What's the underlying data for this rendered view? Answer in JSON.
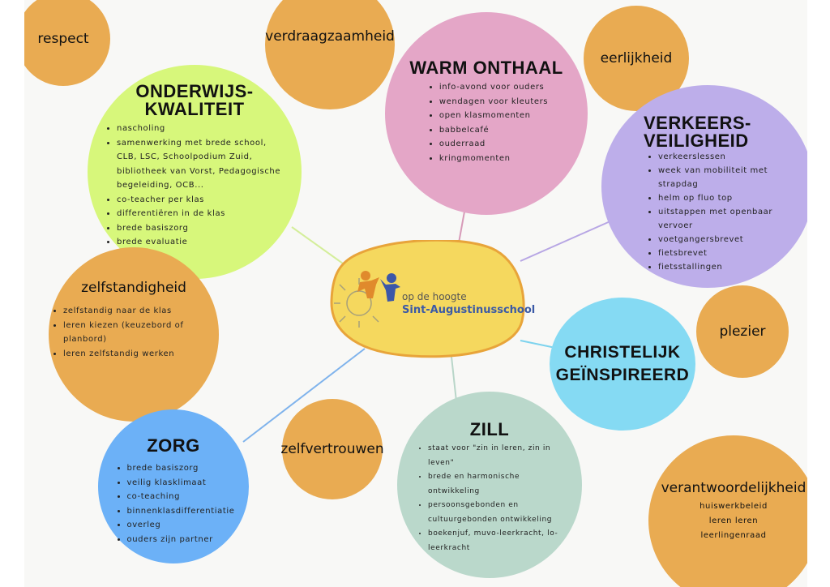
{
  "center": {
    "tagline": "op de hoogte",
    "school": "Sint-Augustinusschool"
  },
  "values": {
    "respect": "respect",
    "verdraagzaamheid": "verdraagzaamheid",
    "eerlijkheid": "eerlijkheid",
    "zelfvertrouwen": "zelfvertrouwen",
    "plezier": "plezier"
  },
  "onderwijs": {
    "title1": "ONDERWIJS-",
    "title2": "KWALITEIT",
    "items": [
      "nascholing",
      "samenwerking met brede school, CLB, LSC, Schoolpodium Zuid, bibliotheek van Vorst, Pedagogische begeleiding, OCB...",
      "co-teacher per klas",
      "differentiëren in de klas",
      "brede basiszorg",
      "brede evaluatie"
    ]
  },
  "warm": {
    "title": "WARM ONTHAAL",
    "items": [
      "info-avond voor ouders",
      "wendagen voor kleuters",
      "open klasmomenten",
      "babbelcafé",
      "ouderraad",
      "kringmomenten"
    ]
  },
  "verkeer": {
    "title1": "VERKEERS-",
    "title2": "VEILIGHEID",
    "items": [
      "verkeerslessen",
      "week van mobiliteit met strapdag",
      "helm op fluo top",
      "uitstappen met openbaar vervoer",
      "voetgangersbrevet",
      "fietsbrevet",
      "fietsstallingen"
    ]
  },
  "zelfstandigheid": {
    "title": "zelfstandigheid",
    "items": [
      "zelfstandig naar de klas",
      "leren kiezen (keuzebord of planbord)",
      "leren zelfstandig werken"
    ]
  },
  "christelijk": {
    "title1": "CHRISTELIJK",
    "title2": "GEÏNSPIREERD"
  },
  "zorg": {
    "title": "ZORG",
    "items": [
      "brede basiszorg",
      "veilig klasklimaat",
      "co-teaching",
      "binnenklasdifferentiatie",
      "overleg",
      "ouders zijn partner"
    ]
  },
  "zill": {
    "title": "ZILL",
    "items": [
      "staat voor \"zin in leren, zin in leven\"",
      "brede en harmonische ontwikkeling",
      "persoonsgebonden en cultuurgebonden ontwikkeling",
      "boekenjuf, muvo-leerkracht, lo-leerkracht"
    ]
  },
  "verantwoordelijkheid": {
    "title": "verantwoordelijkheid",
    "items": [
      "huiswerkbeleid",
      "leren leren",
      "leerlingenraad"
    ]
  }
}
